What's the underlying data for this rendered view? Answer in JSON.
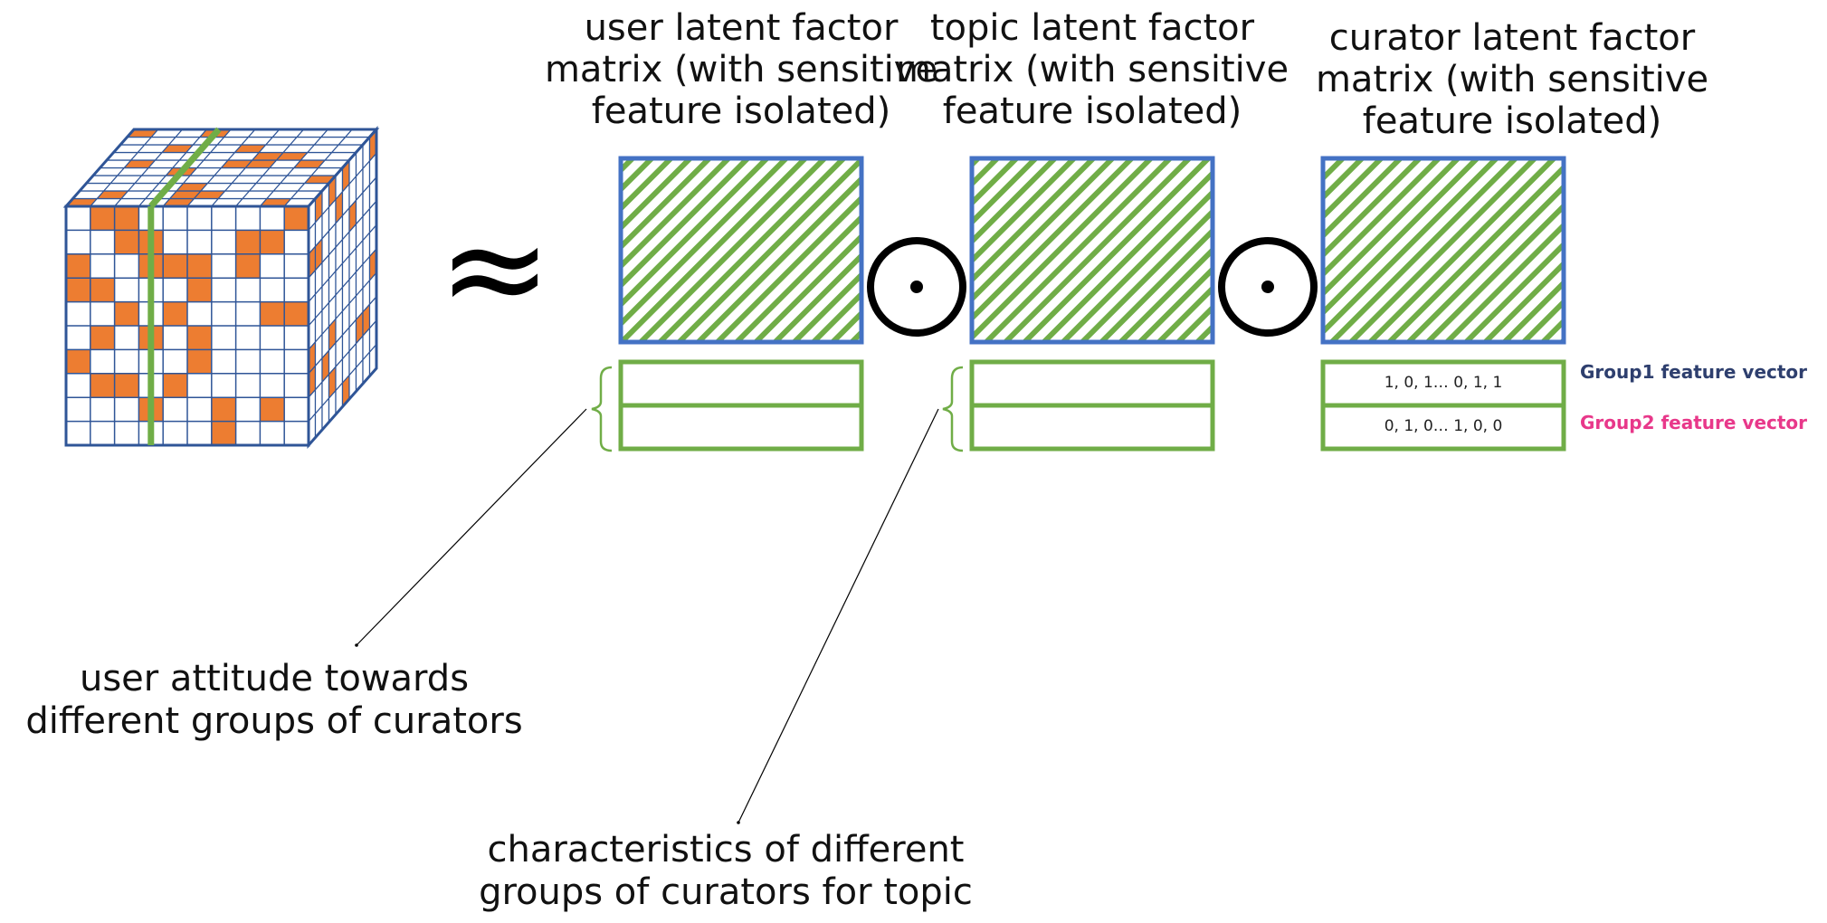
{
  "colors": {
    "cell_fill": "#ED7D31",
    "grid_line": "#2F5597",
    "green": "#70AD47",
    "blue_border": "#4472C4",
    "group1": "#2E3F6E",
    "group2": "#E8388A"
  },
  "symbols": {
    "approx": "≈",
    "product": "circled-dot-operator"
  },
  "matrices": [
    {
      "title_lines": [
        "user latent factor",
        "matrix (with sensitive",
        "feature isolated)"
      ]
    },
    {
      "title_lines": [
        "topic latent factor",
        "matrix (with sensitive",
        "feature isolated)"
      ]
    },
    {
      "title_lines": [
        "curator latent factor",
        "matrix (with sensitive",
        "feature isolated)"
      ]
    }
  ],
  "feature_vectors": {
    "group1_values": "1, 0, 1… 0, 1, 1",
    "group2_values": "0, 1, 0… 1, 0, 0",
    "group1_label": "Group1 feature vector",
    "group2_label": "Group2 feature vector"
  },
  "annotations": {
    "user_lines": [
      "user attitude towards",
      "different groups of curators"
    ],
    "topic_lines": [
      "characteristics of different",
      "groups of curators for topic"
    ]
  }
}
